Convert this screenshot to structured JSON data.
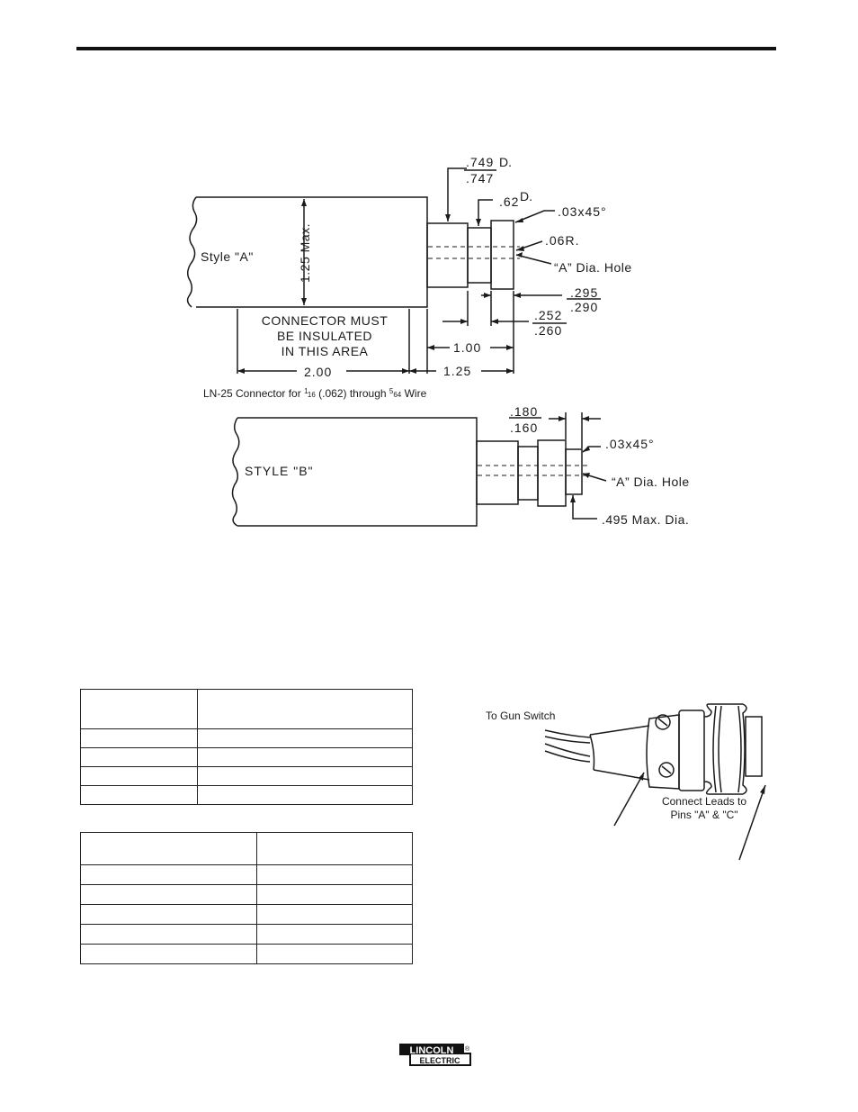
{
  "style_a": {
    "label": "Style \"A\"",
    "max_height": "1.25 Max.",
    "dim_749": ".749",
    "dim_747": ".747",
    "dim_749_suffix": "D.",
    "dim_62": ".62",
    "dim_62_suffix": "D.",
    "chamfer": ".03x45°",
    "radius": ".06R.",
    "hole": "“A” Dia. Hole",
    "dim_295": ".295",
    "dim_290": ".290",
    "dim_252": ".252",
    "dim_260": ".260",
    "dim_100": "1.00",
    "dim_125": "1.25",
    "dim_200": "2.00",
    "insulate_line1": "CONNECTOR MUST",
    "insulate_line2": "BE INSULATED",
    "insulate_line3": "IN THIS AREA"
  },
  "caption": {
    "prefix": "LN-25 Connector for ",
    "frac1_num": "1",
    "frac1_den": "16",
    "middle": " (.062) through ",
    "frac2_num": "5",
    "frac2_den": "64",
    "suffix": " Wire"
  },
  "style_b": {
    "label": "STYLE \"B\"",
    "dim_180": ".180",
    "dim_160": ".160",
    "chamfer": ".03x45°",
    "hole": "“A” Dia. Hole",
    "max_dia": ".495 Max. Dia."
  },
  "plug": {
    "gun_switch_label": "To Gun Switch",
    "leads_line1": "Connect Leads to",
    "leads_line2": "Pins \"A\" & \"C\""
  },
  "table1": {
    "rows": 5,
    "cols": 2
  },
  "table2": {
    "rows": 6,
    "cols": 2
  },
  "logo": {
    "top": "LINCOLN",
    "bottom": "ELECTRIC",
    "mark": "®"
  }
}
